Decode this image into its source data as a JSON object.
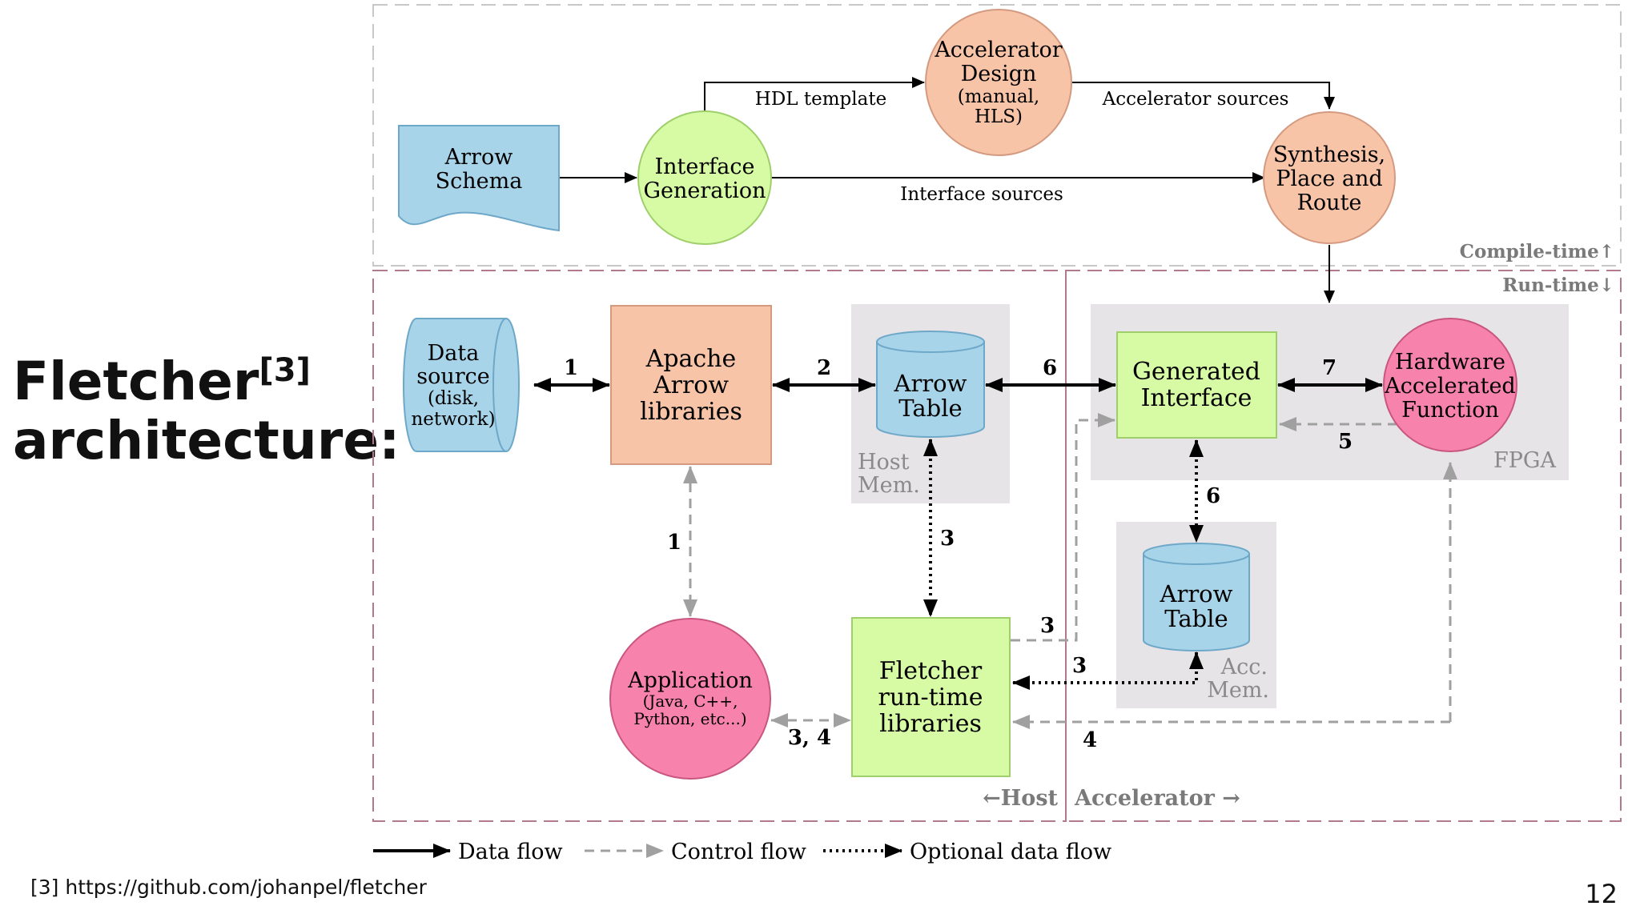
{
  "slide": {
    "title_main_line1": "Fletcher",
    "title_sup": "[3]",
    "title_main_line2": "architecture:",
    "footnote": "[3] https://github.com/johanpel/fletcher",
    "page_number": "12"
  },
  "diagram": {
    "colors": {
      "blue": "#a8d4ea",
      "blue_stroke": "#6ea8c8",
      "peach": "#f8c4a8",
      "peach_stroke": "#d49a80",
      "green": "#d6fba4",
      "green_stroke": "#9fcf6a",
      "pink": "#f782ac",
      "pink_stroke": "#c9567f",
      "gray_region": "#e6e4e6",
      "region_dash": "#b07a8a",
      "control": "#a0a0a0"
    },
    "nodes": {
      "arrow_schema": [
        "Arrow",
        "Schema"
      ],
      "interface_generation": [
        "Interface",
        "Generation"
      ],
      "accelerator_design": [
        "Accelerator",
        "Design",
        "(manual,",
        "HLS)"
      ],
      "synthesis": [
        "Synthesis,",
        "Place and",
        "Route"
      ],
      "data_source": [
        "Data",
        "source",
        "(disk,",
        "network)"
      ],
      "apache_arrow": [
        "Apache",
        "Arrow",
        "libraries"
      ],
      "host_arrow_table": [
        "Arrow",
        "Table"
      ],
      "generated_interface": [
        "Generated",
        "Interface"
      ],
      "hardware_function": [
        "Hardware",
        "Accelerated",
        "Function"
      ],
      "acc_arrow_table": [
        "Arrow",
        "Table"
      ],
      "application": [
        "Application",
        "(Java, C++,",
        "Python, etc...)"
      ],
      "fletcher_runtime": [
        "Fletcher",
        "run-time",
        "libraries"
      ]
    },
    "edge_labels": {
      "hdl_template": "HDL template",
      "accelerator_sources": "Accelerator sources",
      "interface_sources": "Interface sources",
      "n1_top": "1",
      "n2": "2",
      "n6_top": "6",
      "n7": "7",
      "n5": "5",
      "n6_vert": "6",
      "n1_vert": "1",
      "n3_vert": "3",
      "n3_right_a": "3",
      "n3_right_b": "3",
      "n34": "3,  4",
      "n4": "4"
    },
    "region_labels": {
      "host_mem": [
        "Host",
        "Mem."
      ],
      "acc_mem": [
        "Acc.",
        "Mem."
      ],
      "fpga": "FPGA",
      "compile_time": "Compile-time↑",
      "run_time": "Run-time↓",
      "host": "←Host",
      "accelerator": "Accelerator  →"
    },
    "legend": {
      "data_flow": "Data flow",
      "control_flow": "Control flow",
      "optional_data_flow": "Optional data flow"
    }
  }
}
